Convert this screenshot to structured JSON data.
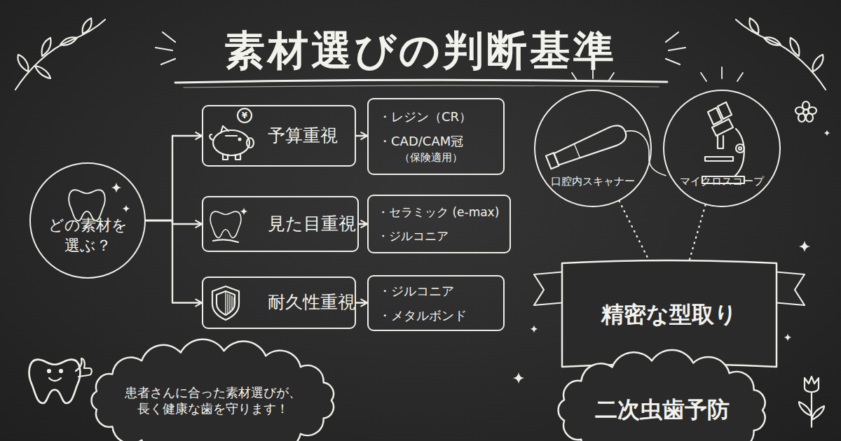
{
  "diagram": {
    "title": "素材選びの判断基準",
    "nodes": [
      {
        "text": [
          "どの素材を 選ぶ？"
        ]
      },
      {
        "text": [
          "予算重視"
        ]
      },
      {
        "text": [
          "・レジン（CR）",
          "・CAD/CAM冠",
          "（保険適用）"
        ]
      },
      {
        "text": [
          "見た目重視"
        ]
      },
      {
        "text": [
          "・セラミック (e-max)",
          "・ジルコニア"
        ]
      },
      {
        "text": [
          "耐久性重視"
        ]
      },
      {
        "text": [
          "・ジルコニア",
          "・メタルボンド"
        ]
      },
      {
        "text": [
          "口腔内スキャナー"
        ]
      },
      {
        "text": [
          "マイクロスコープ"
        ]
      },
      {
        "text": [
          "精密な型取り"
        ]
      },
      {
        "text": [
          "二次虫歯予防"
        ]
      },
      {
        "text": [
          "患者さんに合った素材選びが、 長く健康な歯を守ります！"
        ]
      }
    ],
    "edges": [
      {
        "from": 0,
        "to": 1,
        "arrow": "to"
      },
      {
        "from": 0,
        "to": 3,
        "arrow": "to"
      },
      {
        "from": 0,
        "to": 5,
        "arrow": "to"
      },
      {
        "from": 1,
        "to": 2,
        "arrow": "to"
      },
      {
        "from": 3,
        "to": 4,
        "arrow": "to"
      },
      {
        "from": 5,
        "to": 6,
        "arrow": "to"
      },
      {
        "from": 7,
        "to": 9,
        "arrow": "none"
      },
      {
        "from": 8,
        "to": 9,
        "arrow": "none"
      },
      {
        "from": 9,
        "to": 10,
        "arrow": "to"
      }
    ],
    "labels": [
      "¥"
    ]
  }
}
